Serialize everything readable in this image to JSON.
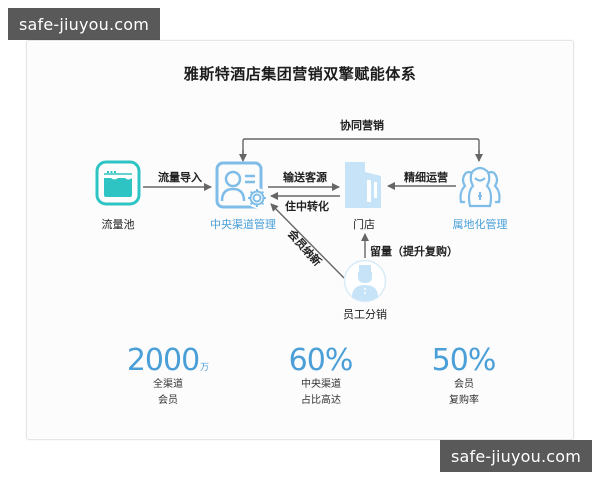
{
  "watermark": {
    "top": "safe-jiuyou.com",
    "bottom": "safe-jiuyou.com"
  },
  "diagram": {
    "title": "雅斯特酒店集团营销双擎赋能体系",
    "nodes": {
      "traffic_pool": {
        "label": "流量池",
        "icon": "water-pool-icon"
      },
      "central_channel": {
        "label": "中央渠道管理",
        "icon": "user-card-gear-icon"
      },
      "store": {
        "label": "门店",
        "icon": "building-icon"
      },
      "local_management": {
        "label": "属地化管理",
        "icon": "group-people-icon"
      },
      "staff_distribution": {
        "label": "员工分销",
        "icon": "staff-avatar-icon"
      }
    },
    "edges": {
      "traffic_import": "流量导入",
      "deliver_customers": "输送客源",
      "stay_conversion": "住中转化",
      "fine_operation": "精细运营",
      "collaborative_marketing": "协同营销",
      "member_acquisition": "会员纳新",
      "retention": "留量（提升复购）"
    },
    "colors": {
      "accent_blue": "#4a9fd8",
      "teal": "#2ec4c4",
      "light_blue": "#bfe0f7",
      "arrow": "#666666"
    }
  },
  "stats": [
    {
      "value": "2000",
      "unit": "万",
      "desc_line1": "全渠道",
      "desc_line2": "会员"
    },
    {
      "value": "60%",
      "unit": "",
      "desc_line1": "中央渠道",
      "desc_line2": "占比高达"
    },
    {
      "value": "50%",
      "unit": "",
      "desc_line1": "会员",
      "desc_line2": "复购率"
    }
  ]
}
